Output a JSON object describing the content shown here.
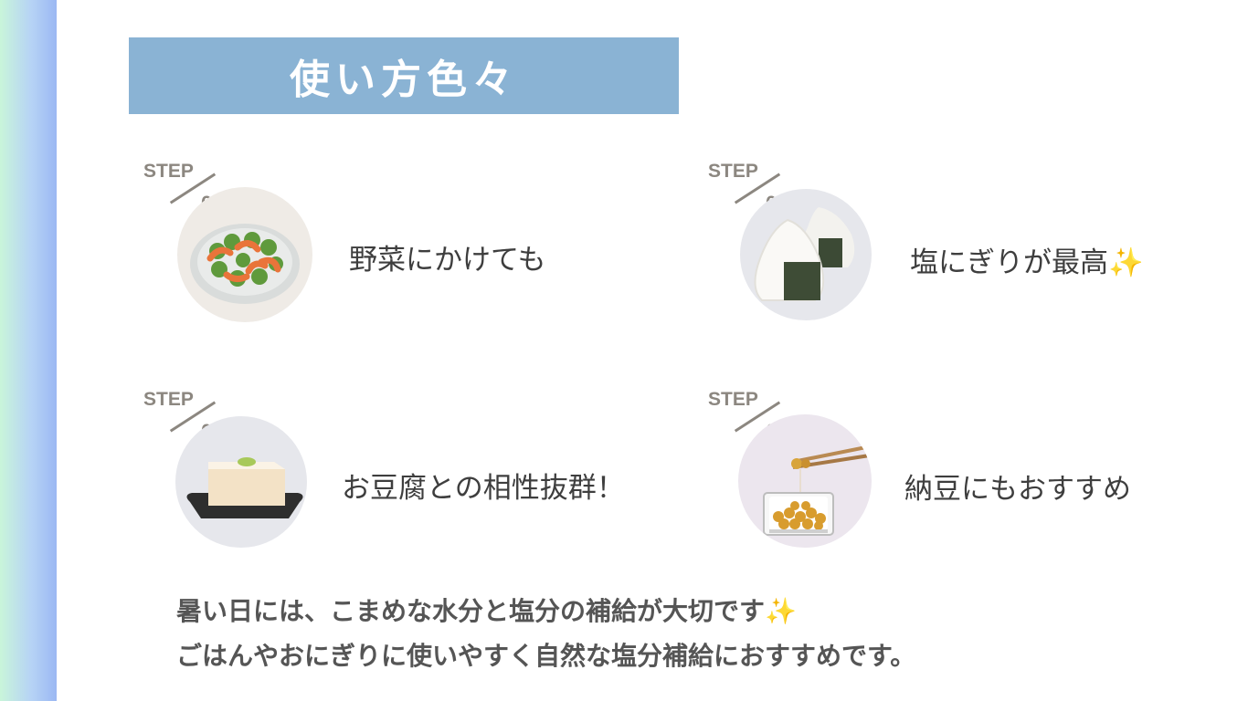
{
  "title": "使い方色々",
  "step_word": "STEP",
  "steps": [
    {
      "number": "01",
      "caption": "野菜にかけても",
      "image": "shrimp-broccoli-plate-icon"
    },
    {
      "number": "02",
      "caption": "塩にぎりが最高✨",
      "image": "onigiri-icon"
    },
    {
      "number": "03",
      "caption": "お豆腐との相性抜群！",
      "image": "tofu-icon"
    },
    {
      "number": "04",
      "caption": "納豆にもおすすめ",
      "image": "natto-chopsticks-icon"
    }
  ],
  "footer": {
    "line1": "暑い日には、こまめな水分と塩分の補給が大切です✨",
    "line2": "ごはんやおにぎりに使いやすく自然な塩分補給におすすめです。"
  },
  "colors": {
    "title_bg": "#8ab3d4",
    "step_gray": "#8c8780",
    "sidebar_gradient": [
      "#c9f5da",
      "#9bb8f3"
    ]
  }
}
